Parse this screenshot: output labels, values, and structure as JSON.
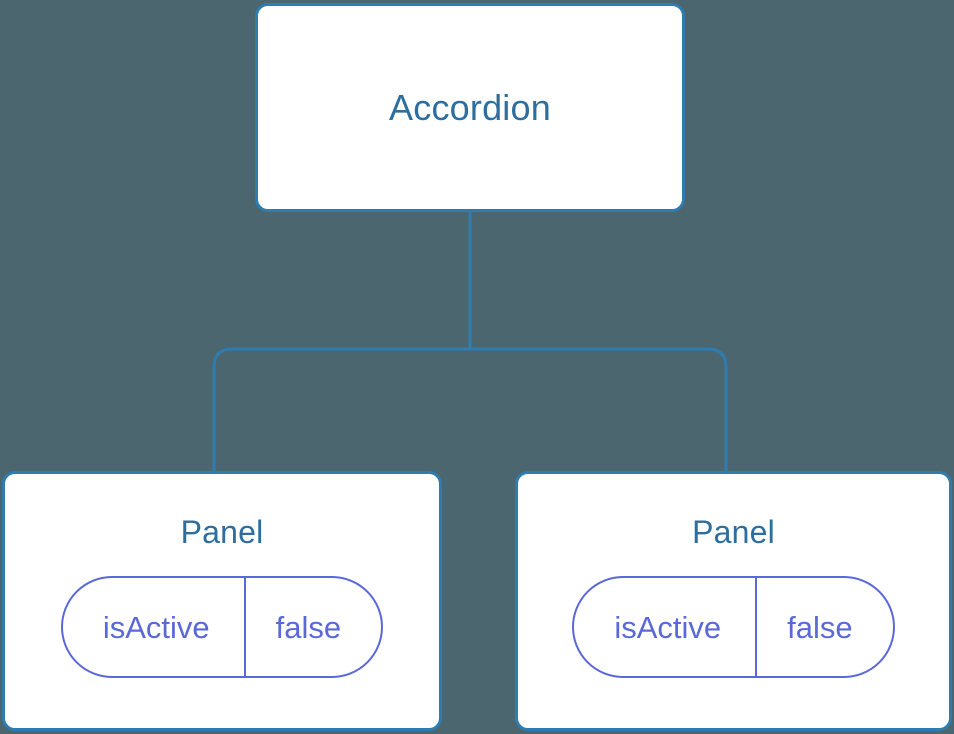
{
  "diagram": {
    "type": "component-tree",
    "background_color": "#4c6670",
    "node_fill_color": "#ffffff",
    "node_border_color": "#2f7cb0",
    "node_text_color": "#2d6e9e",
    "state_accent_color": "#5b68d8",
    "link_color": "#2f7cb0",
    "root": {
      "label": "Accordion"
    },
    "children": [
      {
        "label": "Panel",
        "state": {
          "key": "isActive",
          "value": "false"
        }
      },
      {
        "label": "Panel",
        "state": {
          "key": "isActive",
          "value": "false"
        }
      }
    ]
  }
}
